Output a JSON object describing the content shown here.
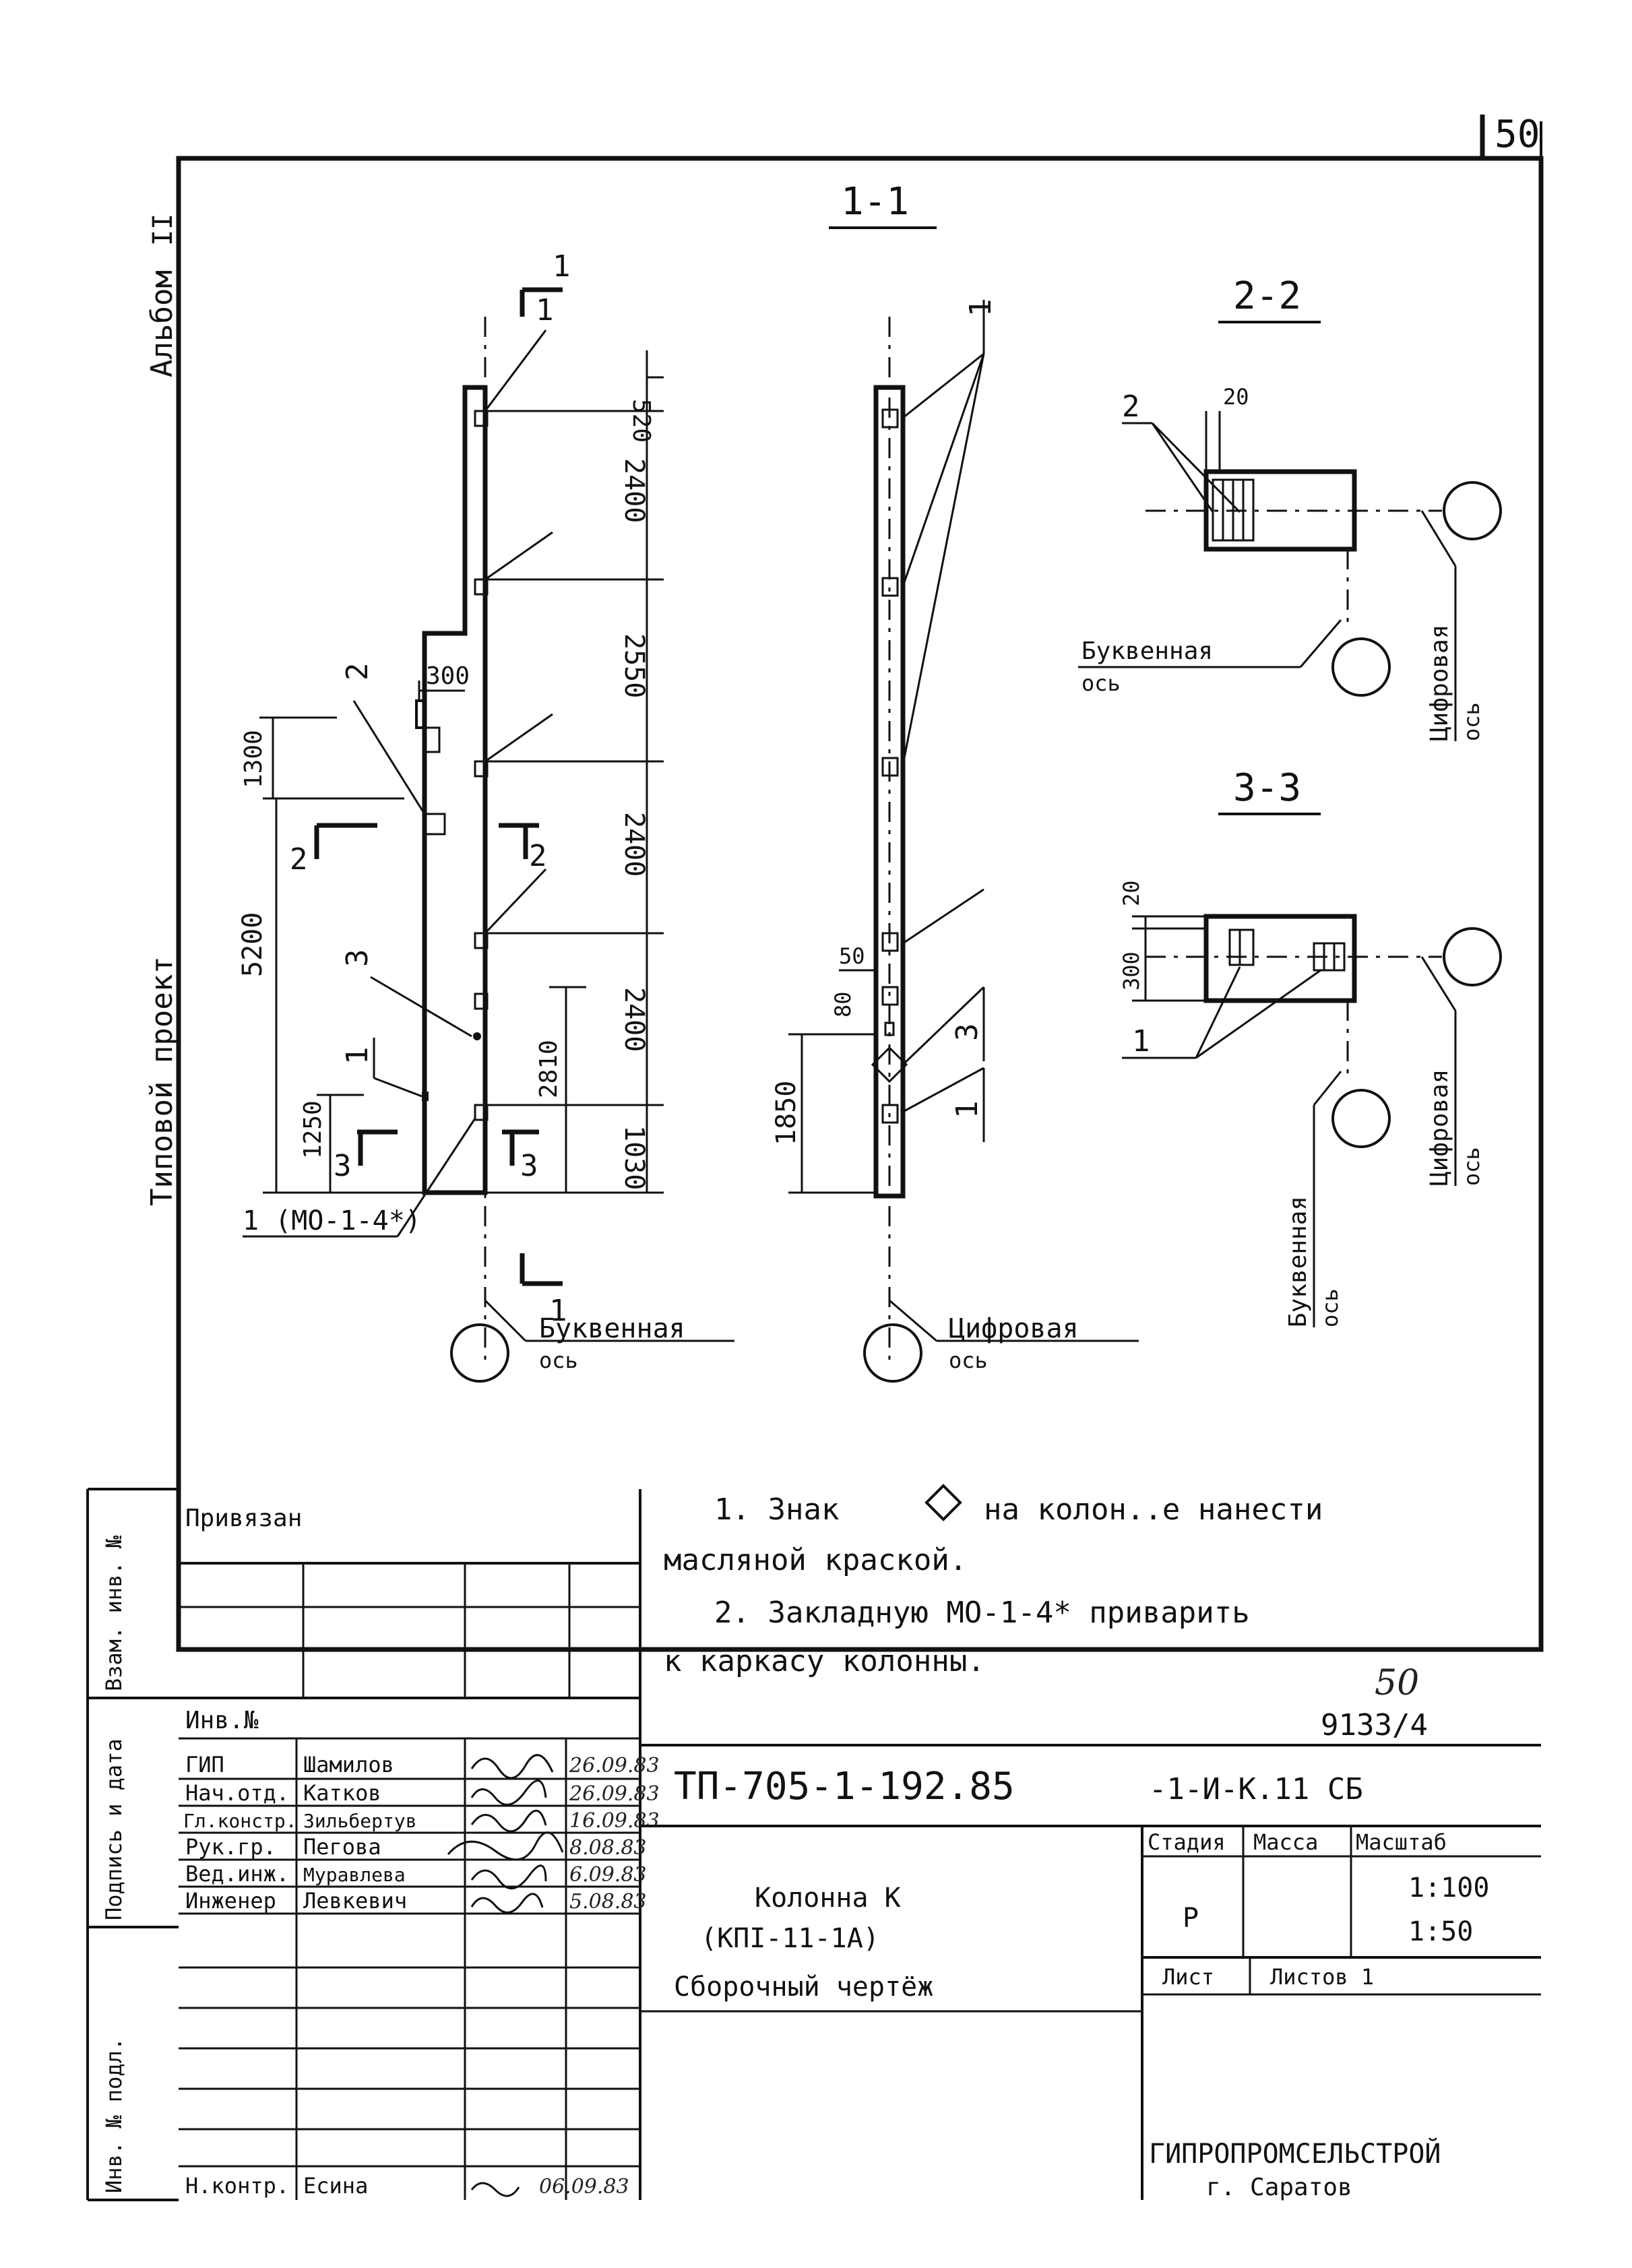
{
  "sheet": {
    "page_number": "50"
  },
  "left_margin": {
    "album": "Альбом",
    "album_number": "II",
    "project": "Типовой проект"
  },
  "section_1_1": {
    "title": "1-1",
    "cut_mark": "1",
    "dims": [
      "520",
      "2400",
      "2550",
      "2400",
      "2400",
      "1030"
    ],
    "left_dims": [
      "5200",
      "1300",
      "1250",
      "2810"
    ],
    "notch": "300",
    "callouts": [
      "1",
      "2",
      "3",
      "1",
      "1 (МО-1-4*)"
    ],
    "cut_marks": [
      "2",
      "2",
      "3",
      "3"
    ],
    "axis_word": "Буквенная",
    "axis_sub": "ось"
  },
  "side_view": {
    "callouts": [
      "1",
      "3",
      "1"
    ],
    "dims": [
      "1850",
      "50",
      "80"
    ],
    "axis_word": "Цифровая",
    "axis_sub": "ось"
  },
  "section_2_2": {
    "title": "2-2",
    "callout": "2",
    "dim": "20",
    "axis1_word": "Буквенная",
    "axis1_sub": "ось",
    "axis2_word": "Цифровая",
    "axis2_sub": "ось"
  },
  "section_3_3": {
    "title": "3-3",
    "callout": "1",
    "dims": [
      "20",
      "300"
    ],
    "axis1_word": "Буквенная",
    "axis1_sub": "ось",
    "axis2_word": "Цифровая",
    "axis2_sub": "ось"
  },
  "notes": {
    "line1": "1. Знак",
    "line1b": "на колон..е нанести",
    "line2": "масляной краской.",
    "line3": "2. Закладную МО-1-4* приварить",
    "line4": "к каркасу колонны."
  },
  "stamp_left": {
    "privyazan": "Привязан",
    "side_labels": [
      "Взам. инв. №",
      "Подпись и дата",
      "Инв. № подл."
    ],
    "inv": "Инв.№"
  },
  "signatures": [
    {
      "role": "ГИП",
      "name": "Шамилов",
      "date": "26.09.83"
    },
    {
      "role": "Нач.отд.",
      "name": "Катков",
      "date": "26.09.83"
    },
    {
      "role": "Гл.констр.",
      "name": "Зильбертув",
      "date": "16.09.83"
    },
    {
      "role": "Рук.гр.",
      "name": "Пегова",
      "date": "8.08.83"
    },
    {
      "role": "Вед.инж.",
      "name": "Муравлева",
      "date": "6.09.83"
    },
    {
      "role": "Инженер",
      "name": "Левкевич",
      "date": "5.08.83"
    }
  ],
  "norm_control": {
    "role": "Н.контр.",
    "name": "Есина",
    "date": "06.09.83"
  },
  "title_block": {
    "code_top": "50",
    "code_sub": "9133/4",
    "designation": "ТП-705-1-192.85",
    "designation_suffix": "-1-И-К.11 СБ",
    "name_line1": "Колонна К",
    "name_line2": "(КПI-11-1А)",
    "name_line3": "Сборочный чертёж",
    "col_stage": "Стадия",
    "col_mass": "Масса",
    "col_scale": "Масштаб",
    "stage": "Р",
    "scale1": "1:100",
    "scale2": "1:50",
    "sheet_label": "Лист",
    "sheets_label": "Листов 1",
    "org": "ГИПРОПРОМСЕЛЬСТРОЙ",
    "city": "г. Саратов"
  }
}
